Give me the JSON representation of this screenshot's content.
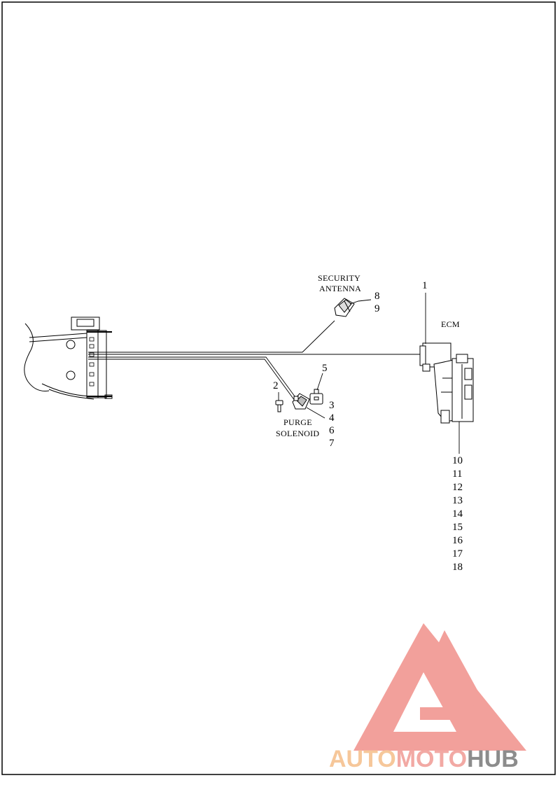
{
  "labels": {
    "security_1": "SECURITY",
    "security_2": "ANTENNA",
    "ecm": "ECM",
    "purge_1": "PURGE",
    "purge_2": "SOLENOID"
  },
  "callouts": {
    "n1": "1",
    "n2": "2",
    "n3": "3",
    "n4": "4",
    "n5": "5",
    "n6": "6",
    "n7": "7",
    "n8": "8",
    "n9": "9"
  },
  "ecm_parts": [
    "10",
    "11",
    "12",
    "13",
    "14",
    "15",
    "16",
    "17",
    "18"
  ],
  "watermark": {
    "part_a": "AUTO",
    "part_b": "MOTO",
    "part_c": "HUB",
    "color_a": "#f6c79a",
    "color_b": "#f2a9a4",
    "color_c": "#8c8c8c",
    "logo_color": "#f29b96"
  },
  "colors": {
    "line": "#000000",
    "background": "#ffffff"
  }
}
